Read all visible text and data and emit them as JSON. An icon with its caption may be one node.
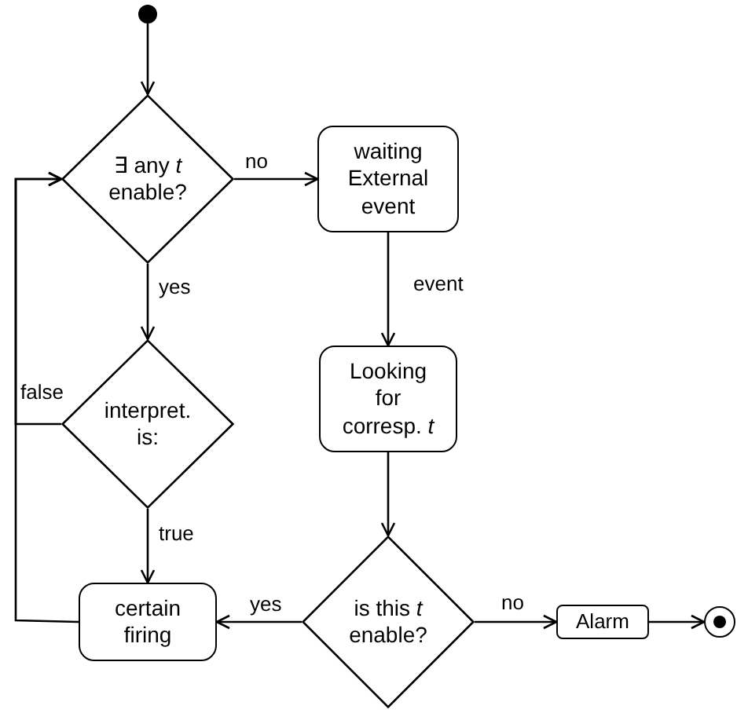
{
  "diagram": {
    "nodes": [
      {
        "text": [],
        "shape": "circle"
      },
      {
        "text": [
          "∃ any *t* enable?"
        ]
      },
      {
        "text": [
          "waiting External event"
        ]
      },
      {
        "text": [
          "interpret. is:"
        ]
      },
      {
        "text": [
          "Looking for corresp. *t*"
        ]
      },
      {
        "text": [
          "certain firing"
        ]
      },
      {
        "text": [
          "is this  *t* enable?"
        ]
      },
      {
        "text": [
          "Alarm"
        ]
      },
      {
        "text": [],
        "shape": "circle"
      }
    ],
    "edges": [
      {
        "from": 0,
        "to": 1,
        "arrow": "to"
      },
      {
        "from": 1,
        "to": 2,
        "label": "no",
        "arrow": "to"
      },
      {
        "from": 1,
        "to": 3,
        "label": "yes",
        "arrow": "to"
      },
      {
        "from": 2,
        "to": 4,
        "label": "event",
        "arrow": "to"
      },
      {
        "from": 4,
        "to": 6,
        "arrow": "to"
      },
      {
        "from": 3,
        "to": 5,
        "label": "true",
        "arrow": "to"
      },
      {
        "from": 3,
        "to": 1,
        "label": "false",
        "arrow": "to"
      },
      {
        "from": 5,
        "to": 1,
        "arrow": "to"
      },
      {
        "from": 6,
        "to": 5,
        "label": "yes",
        "arrow": "to"
      },
      {
        "from": 6,
        "to": 7,
        "label": "no",
        "arrow": "to"
      },
      {
        "from": 7,
        "to": 8,
        "arrow": "to"
      }
    ]
  }
}
